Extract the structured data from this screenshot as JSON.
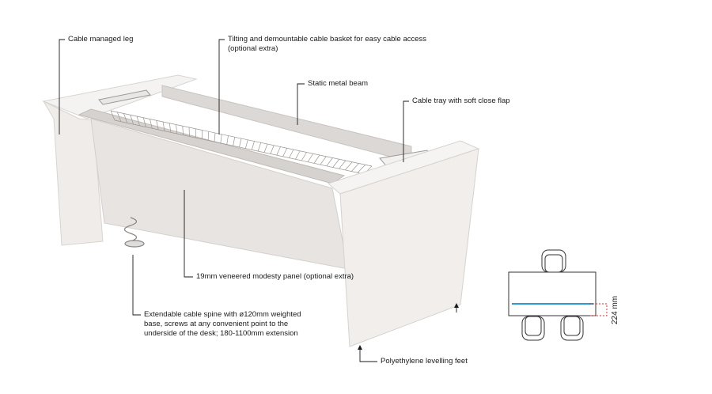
{
  "callouts": {
    "cable_managed_leg": "Cable managed leg",
    "cable_basket_line1": "Tilting and demountable cable basket for easy cable access",
    "cable_basket_line2": "(optional extra)",
    "static_beam": "Static metal beam",
    "cable_tray": "Cable tray with soft close flap",
    "modesty_panel": "19mm veneered modesty panel (optional extra)",
    "cable_spine_line1": "Extendable cable spine with ø120mm weighted",
    "cable_spine_line2": "base, screws at any convenient point to the",
    "cable_spine_line3": "underside of the desk; 180-1100mm extension",
    "levelling_feet": "Polyethylene levelling feet"
  },
  "plan_view": {
    "dimension_label": "224 mm",
    "beam_color": "#2b9ad6",
    "dimension_color": "#e03030"
  }
}
